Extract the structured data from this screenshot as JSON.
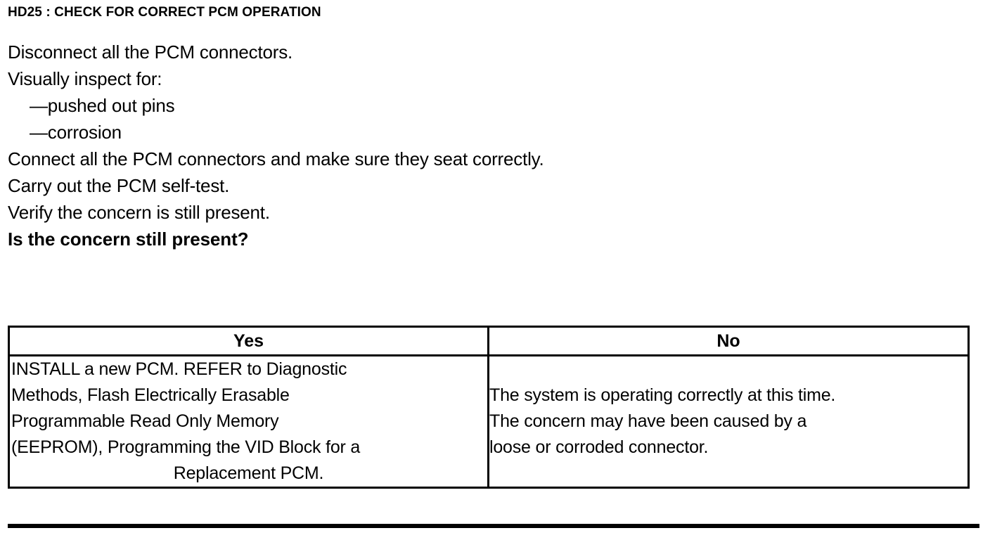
{
  "document": {
    "title": "HD25 : CHECK FOR CORRECT PCM OPERATION",
    "steps": [
      {
        "text": "Disconnect all the PCM connectors.",
        "style": "normal"
      },
      {
        "text": "Visually inspect for:",
        "style": "normal"
      },
      {
        "text": "—pushed out pins",
        "style": "indent"
      },
      {
        "text": "—corrosion",
        "style": "indent"
      },
      {
        "text": "Connect all the PCM connectors and make sure they seat correctly.",
        "style": "normal"
      },
      {
        "text": "Carry out the PCM self-test.",
        "style": "normal"
      },
      {
        "text": "Verify the concern is still present.",
        "style": "normal"
      },
      {
        "text": "Is the concern still present?",
        "style": "bold"
      }
    ]
  },
  "decision_table": {
    "headers": [
      "Yes",
      "No"
    ],
    "yes_cell": {
      "lines": [
        "INSTALL a new PCM. REFER to Diagnostic",
        "Methods, Flash Electrically Erasable",
        "Programmable Read Only Memory",
        "(EEPROM), Programming the VID Block for a",
        "Replacement PCM."
      ],
      "full_text": "INSTALL a new PCM. REFER to Diagnostic Methods, Flash Electrically Erasable Programmable Read Only Memory (EEPROM), Programming the VID Block for a Replacement PCM."
    },
    "no_cell": {
      "lines": [
        "The system is operating correctly at this time.",
        "The concern may have been caused by a",
        "loose or corroded connector."
      ],
      "full_text": "The system is operating correctly at this time. The concern may have been caused by a loose or corroded connector."
    }
  },
  "colors": {
    "ink": "#000000",
    "paper": "#ffffff"
  }
}
